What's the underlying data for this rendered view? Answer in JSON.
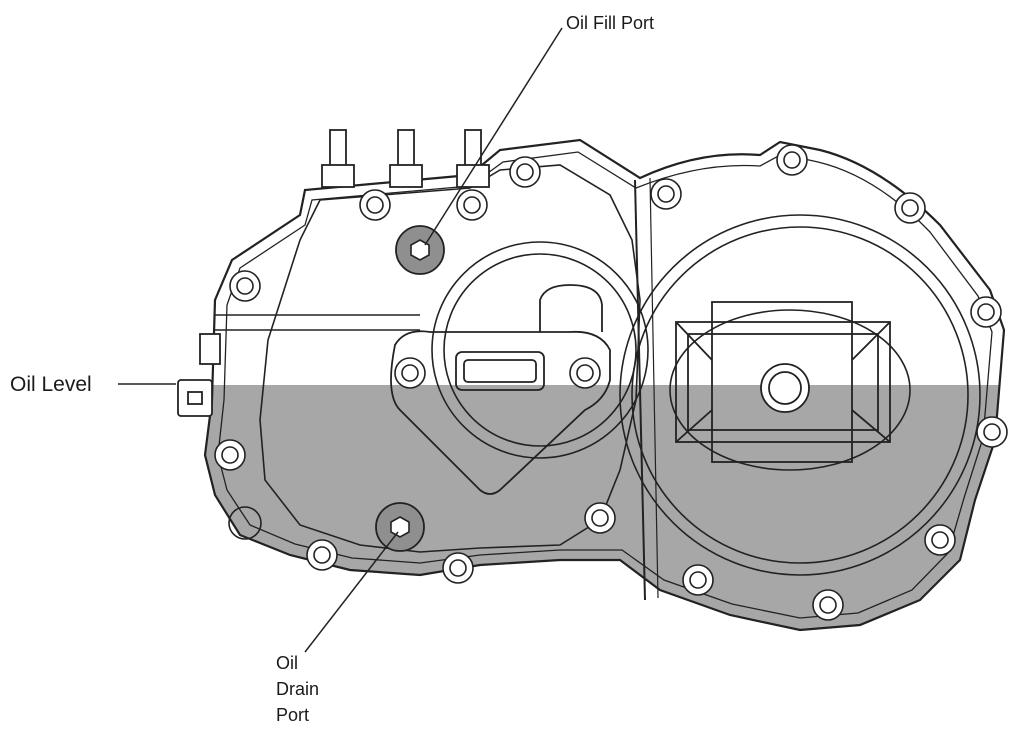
{
  "callouts": {
    "oil_fill_port": "Oil Fill Port",
    "oil_level": "Oil Level",
    "oil_drain_port": [
      "Oil",
      "Drain",
      "Port"
    ]
  },
  "colors": {
    "oil_fill": "#a7a7a7",
    "outline": "#222222",
    "plug": "#8f8f8f",
    "background": "#ffffff"
  },
  "icons": {
    "fill_plug": "hex-plug-icon",
    "drain_plug": "hex-plug-icon",
    "bolt": "bolt-icon",
    "connector": "connector-icon"
  }
}
